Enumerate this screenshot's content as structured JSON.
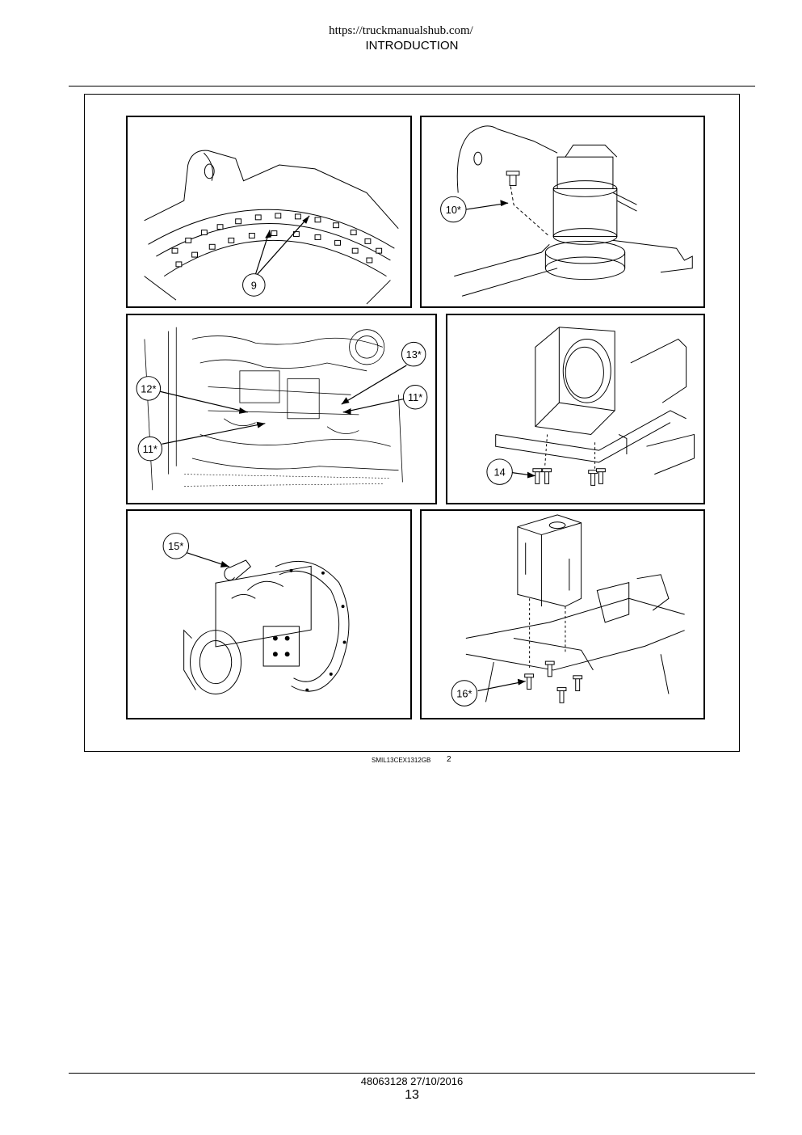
{
  "header": {
    "url": "https://truckmanualshub.com/",
    "section": "INTRODUCTION"
  },
  "figure": {
    "callouts": {
      "c9": "9",
      "c10": "10*",
      "c11a": "11*",
      "c11b": "11*",
      "c12": "12*",
      "c13": "13*",
      "c14": "14",
      "c15": "15*",
      "c16": "16*"
    },
    "caption_code": "SMIL13CEX1312GB",
    "caption_number": "2"
  },
  "footer": {
    "doc_ref": "48063128 27/10/2016",
    "page_number": "13"
  }
}
